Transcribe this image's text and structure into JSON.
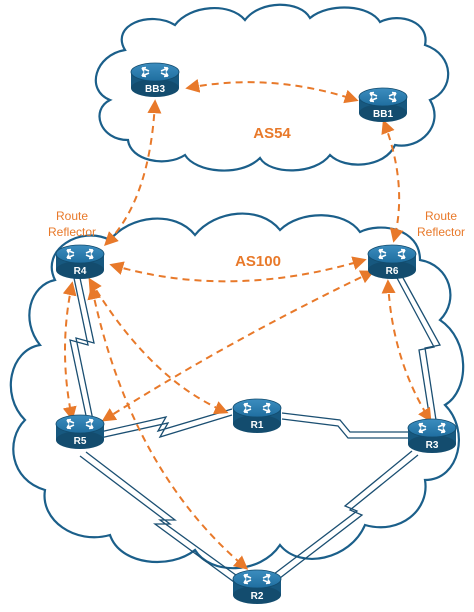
{
  "clouds": {
    "top_label": "AS54",
    "bottom_label": "AS100"
  },
  "annotations": {
    "left_route_reflector": [
      "Route",
      "Reflector"
    ],
    "right_route_reflector": [
      "Route",
      "Reflector"
    ]
  },
  "routers": {
    "bb3": "BB3",
    "bb1": "BB1",
    "r4": "R4",
    "r6": "R6",
    "r1": "R1",
    "r5": "R5",
    "r3": "R3",
    "r2": "R2"
  },
  "colors": {
    "cloud_outline": "#1b5f8a",
    "router_body": "#1d6c9b",
    "ibgp_session": "#e8792a",
    "serial_link": "#1b4f72"
  }
}
